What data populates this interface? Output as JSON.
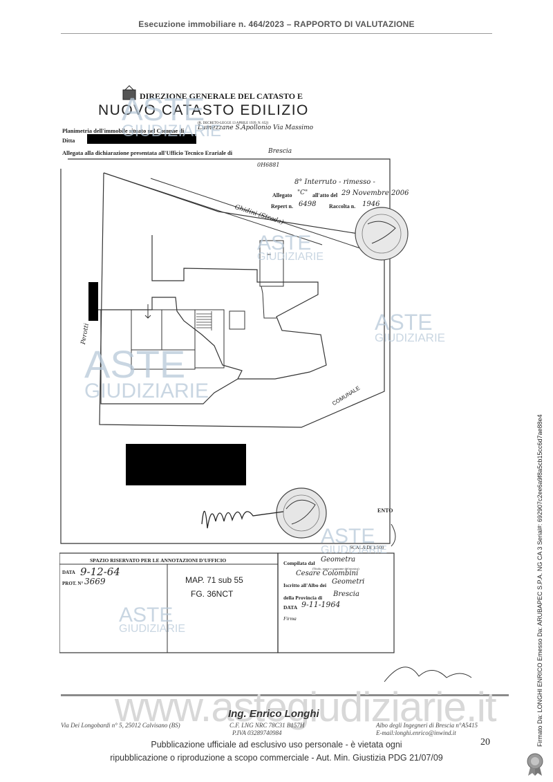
{
  "header": {
    "title": "Esecuzione immobiliare n. 464/2023 – RAPPORTO DI VALUTAZIONE"
  },
  "form": {
    "office": "DIREZIONE GENERALE DEL CATASTO E",
    "title": "NUOVO CATASTO EDILIZIO",
    "decree": "(R. DECRETO-LEGGE 13 APRILE 1939, N. 652)",
    "planimetria_label": "Planimetria dell'immobile situato nel Comune di",
    "planimetria_value": "Lumezzane S.Apollonio Via Massimo",
    "ditta_label": "Ditta",
    "allegata": "Allegata alla dichiarazione presentata all'Ufficio Tecnico Erariale di",
    "allegata_value": "Brescia",
    "code": "0H6881",
    "stamp_line1": "8° Interruto - rimesso -",
    "allegato_label": "Allegato",
    "allegato_value": "\"C\"",
    "atto_label": "all'atto del",
    "atto_value": "29 Novembre 2006",
    "repert_label": "Repert n.",
    "repert_value": "6498",
    "raccolta_label": "Raccolta n.",
    "raccolta_value": "1946",
    "street_top": "Ghidini (Strada)",
    "street_left": "Perotti",
    "street_bottom": "COMUNALE",
    "orientation": "ENTO",
    "scale": "SCALA DI 1:500",
    "annotazioni": "SPAZIO RISERVATO PER LE ANNOTAZIONI D'UFFICIO",
    "data_label": "DATA",
    "data_value": "9-12-64",
    "prot_label": "PROT. N°",
    "prot_value": "3669",
    "map_line1": "MAP. 71 sub 55",
    "map_line2": "FG. 36NCT",
    "compilata_label": "Compilata dal",
    "compilata_value": "Geometra",
    "compilata_note": "(Titolo, nome e cognome del tecnico)",
    "tecnico": "Cesare Colombini",
    "iscritto_label": "Iscritto all'Albo dei",
    "iscritto_value": "Geometri",
    "provincia_label": "della Provincia di",
    "provincia_value": "Brescia",
    "data2_label": "DATA",
    "data2_value": "9-11-1964",
    "firma_label": "Firma"
  },
  "watermark": {
    "line1": "ASTE",
    "line2": "GIUDIZIARIE"
  },
  "footer": {
    "site_watermark": "www.astegiudiziarie.it",
    "engineer": "Ing. Enrico Longhi",
    "address": "Via Dei Longobardi n° 5, 25012 Calvisano (BS)",
    "cf": "C.F. LNG NRC 78C31 B157H",
    "piva": "P.IVA 03289740984",
    "albo": "Albo degli Ingegneri di Brescia n°A5415",
    "email": "E-mail:longhi.enrico@inwind.it",
    "disclaimer_line1": "Pubblicazione ufficiale ad esclusivo uso personale - è vietata ogni",
    "disclaimer_line2": "ripubblicazione o riproduzione a scopo commerciale - Aut. Min. Giustizia PDG 21/07/09",
    "page_number": "20",
    "signature_vertical": "Firmato Da: LONGHI ENRICO Emesso Da: ARUBAPEC S.P.A. NG CA 3 Serial#: 692907c2ee6a9f8a5cb15cc6d7ae88e4"
  }
}
